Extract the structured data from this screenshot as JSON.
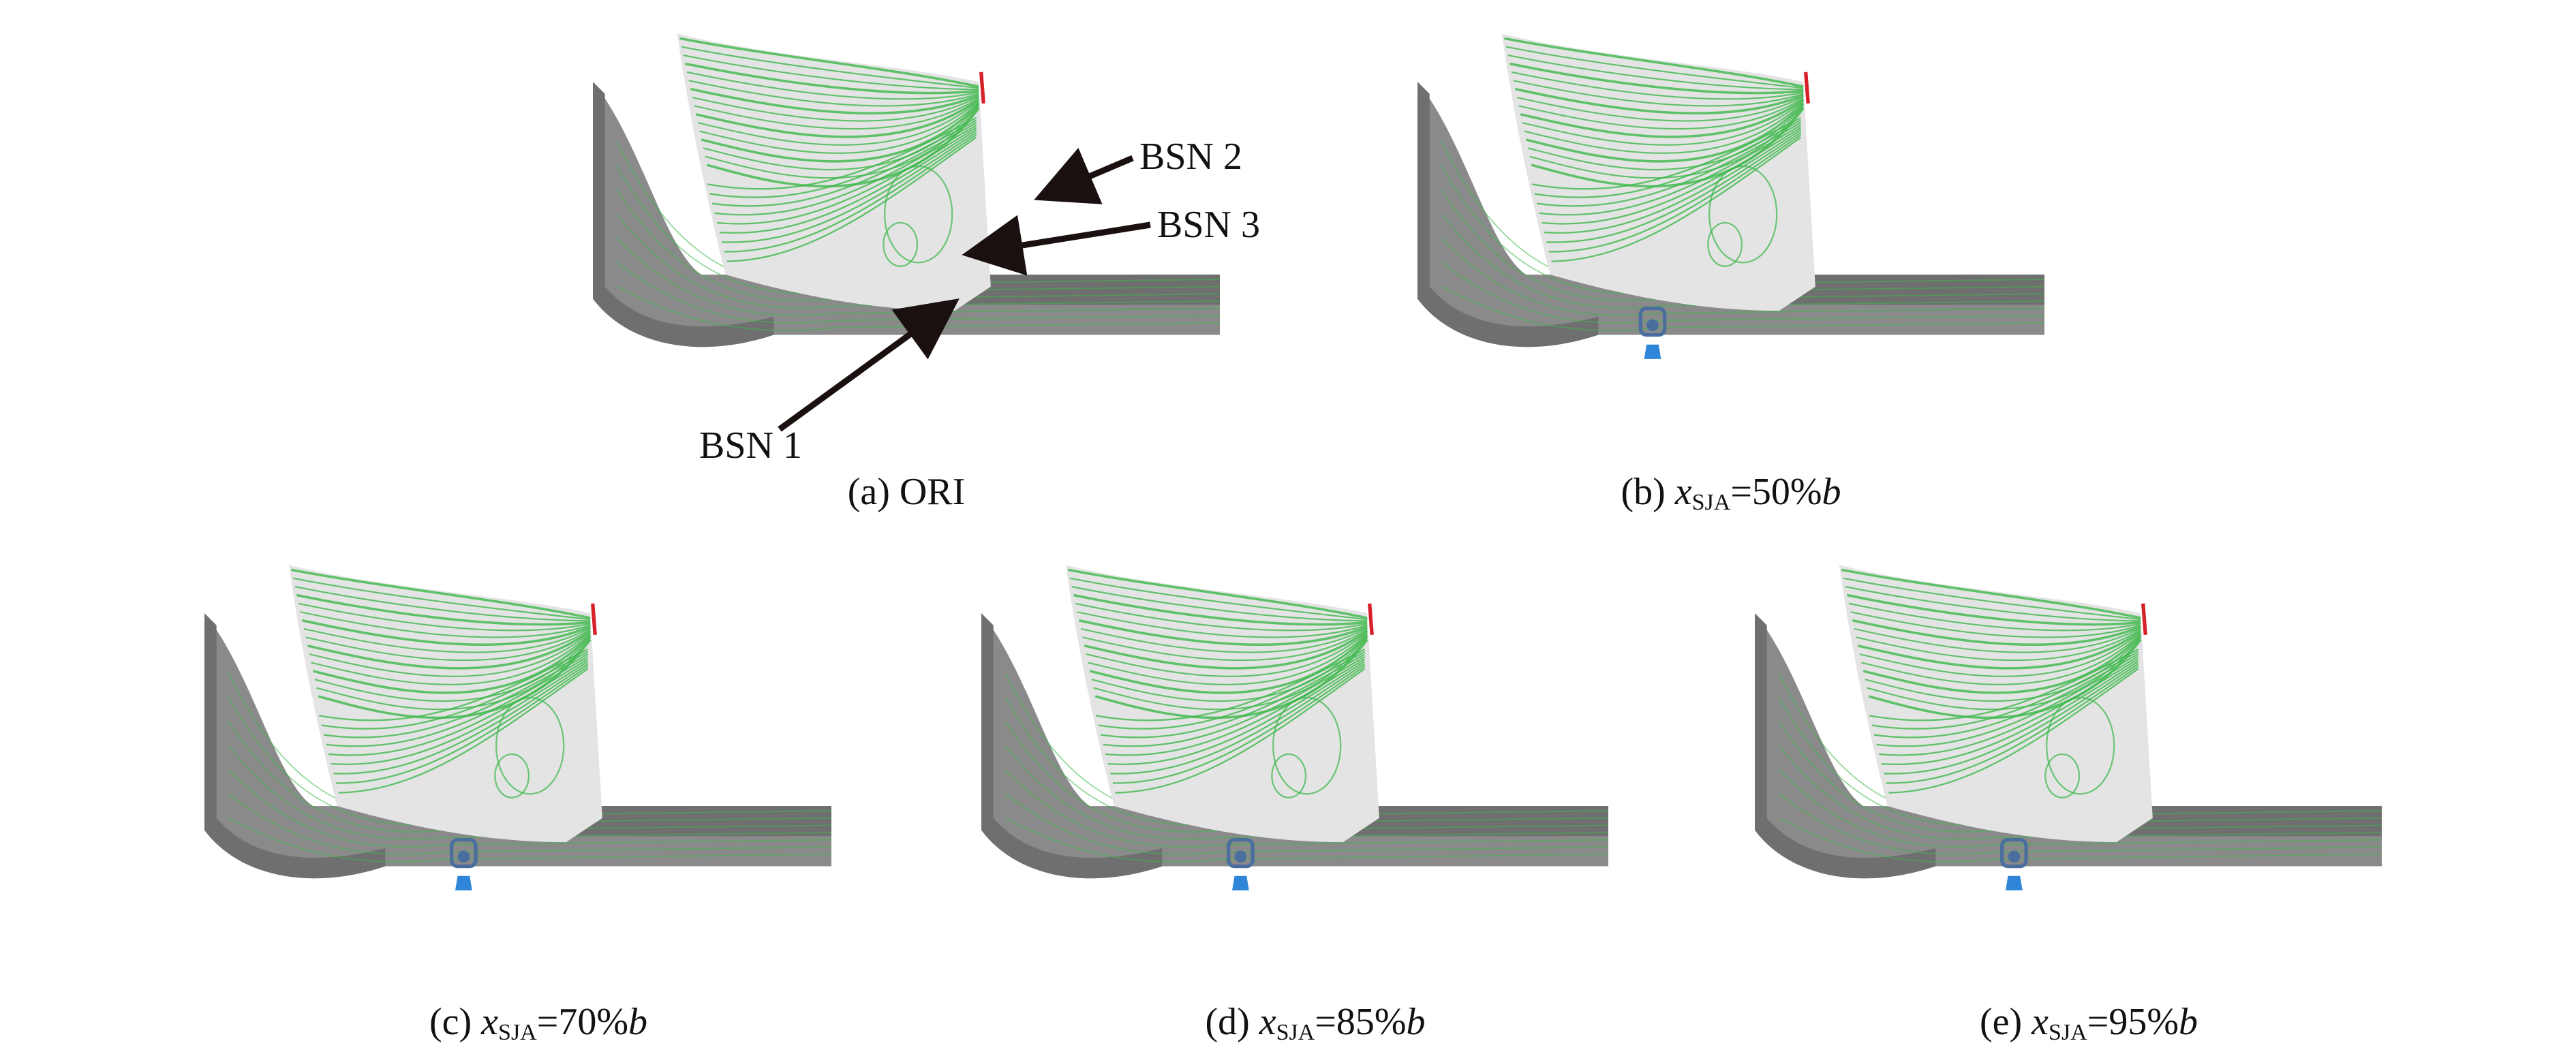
{
  "figure": {
    "annotations": {
      "bsn1": "BSN 1",
      "bsn2": "BSN 2",
      "bsn3": "BSN 3"
    },
    "panels": [
      {
        "id": "a",
        "prefix": "(a) ",
        "label": "ORI",
        "has_actuator": false
      },
      {
        "id": "b",
        "prefix": "(b) ",
        "var": "x",
        "sub": "SJA",
        "value": "=50%",
        "unit": "b",
        "has_actuator": true
      },
      {
        "id": "c",
        "prefix": "(c) ",
        "var": "x",
        "sub": "SJA",
        "value": "=70%",
        "unit": "b",
        "has_actuator": true
      },
      {
        "id": "d",
        "prefix": "(d) ",
        "var": "x",
        "sub": "SJA",
        "value": "=85%",
        "unit": "b",
        "has_actuator": true
      },
      {
        "id": "e",
        "prefix": "(e) ",
        "var": "x",
        "sub": "SJA",
        "value": "=95%",
        "unit": "b",
        "has_actuator": true
      }
    ],
    "colors": {
      "endwall": "#8a8a8a",
      "endwall_dark": "#6f6f6f",
      "blade": "#e4e4e4",
      "streamline": "#3cb84a",
      "trailing_edge": "#d8202a",
      "actuator": "#4a6f9e",
      "jet": "#2f86d8",
      "arrow": "#1a1010"
    }
  }
}
